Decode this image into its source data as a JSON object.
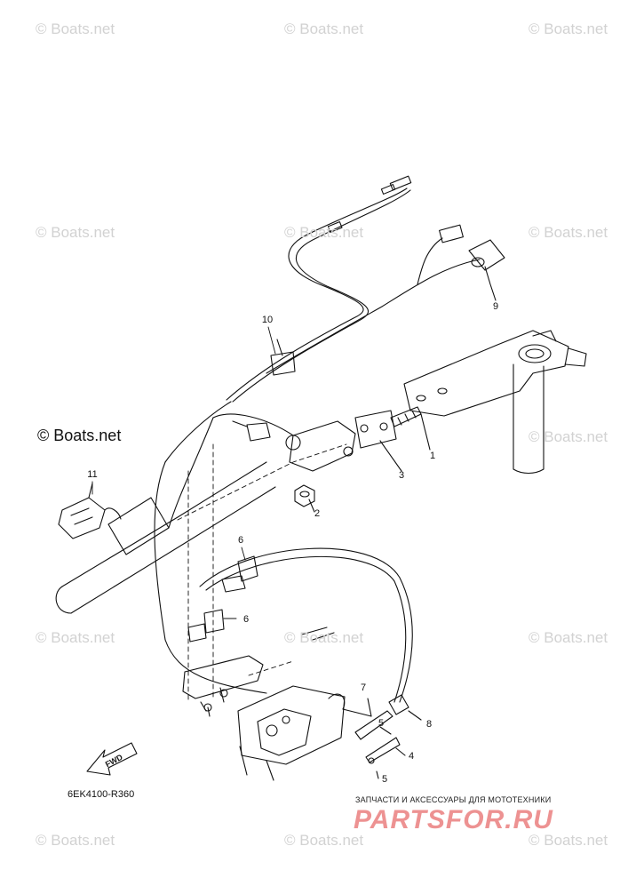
{
  "watermark": "© Boats.net",
  "watermark_main": "© Boats.net",
  "drawing_code": "6EK4100-R360",
  "fwd_label": "FWD",
  "shop": {
    "tagline": "ЗАПЧАСТИ И АКСЕССУАРЫ ДЛЯ МОТОТЕХНИКИ",
    "logo": "PARTSFOR.RU"
  },
  "callouts": [
    "1",
    "2",
    "3",
    "4",
    "5",
    "5",
    "6",
    "6",
    "7",
    "8",
    "9",
    "10",
    "11"
  ]
}
